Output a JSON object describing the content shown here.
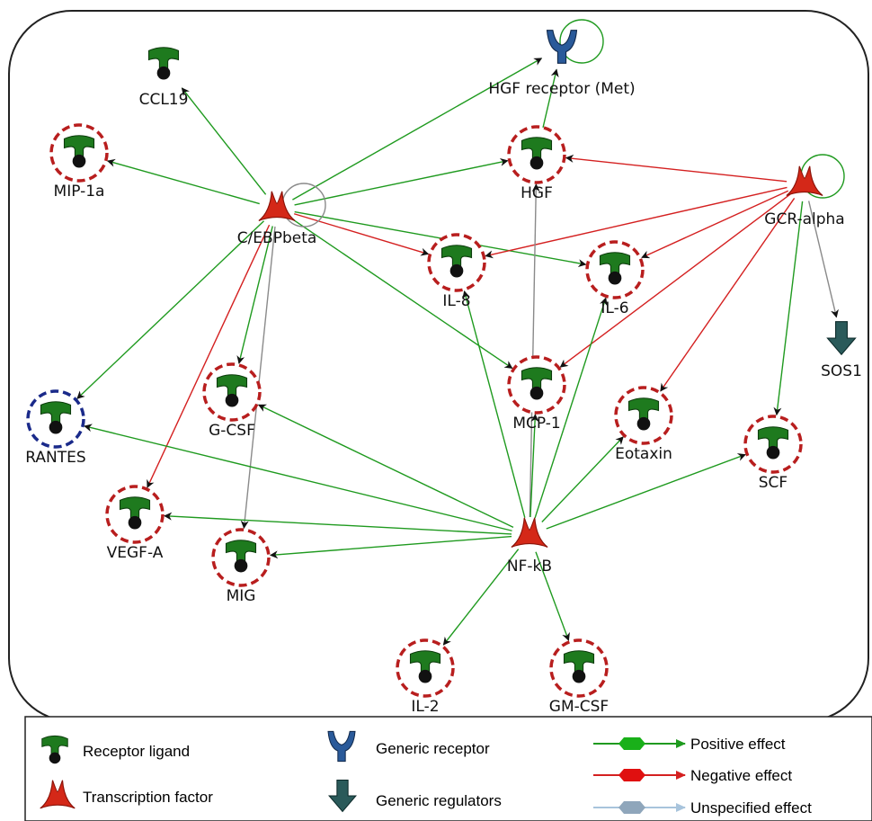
{
  "nodes": [
    {
      "id": "ccl19",
      "label": "CCL19",
      "type": "ligand",
      "ring": "none"
    },
    {
      "id": "mip1a",
      "label": "MIP-1a",
      "type": "ligand",
      "ring": "red"
    },
    {
      "id": "met",
      "label": "HGF receptor (Met)",
      "type": "receptor",
      "ring": "none"
    },
    {
      "id": "hgf",
      "label": "HGF",
      "type": "ligand",
      "ring": "red"
    },
    {
      "id": "cebpb",
      "label": "C/EBPbeta",
      "type": "tf",
      "ring": "none"
    },
    {
      "id": "gcr",
      "label": "GCR-alpha",
      "type": "tf",
      "ring": "none"
    },
    {
      "id": "il8",
      "label": "IL-8",
      "type": "ligand",
      "ring": "red"
    },
    {
      "id": "il6",
      "label": "IL-6",
      "type": "ligand",
      "ring": "red"
    },
    {
      "id": "sos1",
      "label": "SOS1",
      "type": "regulator",
      "ring": "none"
    },
    {
      "id": "rantes",
      "label": "RANTES",
      "type": "ligand",
      "ring": "blue"
    },
    {
      "id": "gcsf",
      "label": "G-CSF",
      "type": "ligand",
      "ring": "red"
    },
    {
      "id": "mcp1",
      "label": "MCP-1",
      "type": "ligand",
      "ring": "red"
    },
    {
      "id": "eotaxin",
      "label": "Eotaxin",
      "type": "ligand",
      "ring": "red"
    },
    {
      "id": "scf",
      "label": "SCF",
      "type": "ligand",
      "ring": "red"
    },
    {
      "id": "vegfa",
      "label": "VEGF-A",
      "type": "ligand",
      "ring": "red"
    },
    {
      "id": "mig",
      "label": "MIG",
      "type": "ligand",
      "ring": "red"
    },
    {
      "id": "nfkb",
      "label": "NF-kB",
      "type": "tf",
      "ring": "none"
    },
    {
      "id": "il2",
      "label": "IL-2",
      "type": "ligand",
      "ring": "red"
    },
    {
      "id": "gmcsf",
      "label": "GM-CSF",
      "type": "ligand",
      "ring": "red"
    }
  ],
  "edges": [
    {
      "from": "cebpb",
      "to": "ccl19",
      "effect": "positive"
    },
    {
      "from": "cebpb",
      "to": "mip1a",
      "effect": "positive"
    },
    {
      "from": "cebpb",
      "to": "met",
      "effect": "positive"
    },
    {
      "from": "cebpb",
      "to": "hgf",
      "effect": "positive"
    },
    {
      "from": "cebpb",
      "to": "il8",
      "effect": "negative"
    },
    {
      "from": "cebpb",
      "to": "il6",
      "effect": "positive"
    },
    {
      "from": "cebpb",
      "to": "mcp1",
      "effect": "positive"
    },
    {
      "from": "cebpb",
      "to": "rantes",
      "effect": "positive"
    },
    {
      "from": "cebpb",
      "to": "gcsf",
      "effect": "positive"
    },
    {
      "from": "cebpb",
      "to": "vegfa",
      "effect": "negative"
    },
    {
      "from": "cebpb",
      "to": "mig",
      "effect": "unspecified"
    },
    {
      "from": "cebpb",
      "to": "cebpb",
      "effect": "unspecified"
    },
    {
      "from": "hgf",
      "to": "met",
      "effect": "positive"
    },
    {
      "from": "met",
      "to": "met",
      "effect": "positive"
    },
    {
      "from": "gcr",
      "to": "hgf",
      "effect": "negative"
    },
    {
      "from": "gcr",
      "to": "il8",
      "effect": "negative"
    },
    {
      "from": "gcr",
      "to": "il6",
      "effect": "negative"
    },
    {
      "from": "gcr",
      "to": "mcp1",
      "effect": "negative"
    },
    {
      "from": "gcr",
      "to": "eotaxin",
      "effect": "negative"
    },
    {
      "from": "gcr",
      "to": "scf",
      "effect": "positive"
    },
    {
      "from": "gcr",
      "to": "sos1",
      "effect": "unspecified"
    },
    {
      "from": "gcr",
      "to": "gcr",
      "effect": "positive"
    },
    {
      "from": "nfkb",
      "to": "hgf",
      "effect": "unspecified"
    },
    {
      "from": "nfkb",
      "to": "il8",
      "effect": "positive"
    },
    {
      "from": "nfkb",
      "to": "il6",
      "effect": "positive"
    },
    {
      "from": "nfkb",
      "to": "mcp1",
      "effect": "positive"
    },
    {
      "from": "nfkb",
      "to": "eotaxin",
      "effect": "positive"
    },
    {
      "from": "nfkb",
      "to": "scf",
      "effect": "positive"
    },
    {
      "from": "nfkb",
      "to": "gcsf",
      "effect": "positive"
    },
    {
      "from": "nfkb",
      "to": "rantes",
      "effect": "positive"
    },
    {
      "from": "nfkb",
      "to": "vegfa",
      "effect": "positive"
    },
    {
      "from": "nfkb",
      "to": "mig",
      "effect": "positive"
    },
    {
      "from": "nfkb",
      "to": "il2",
      "effect": "positive"
    },
    {
      "from": "nfkb",
      "to": "gmcsf",
      "effect": "positive"
    }
  ],
  "legend": {
    "receptor_ligand": "Receptor ligand",
    "transcription_factor": "Transcription factor",
    "generic_receptor": "Generic receptor",
    "generic_regulators": "Generic regulators",
    "positive_effect": "Positive effect",
    "negative_effect": "Negative effect",
    "unspecified_effect": "Unspecified effect"
  },
  "colors": {
    "positive": "#1f9a1f",
    "negative": "#d42020",
    "unspecified": "#8a8a8a",
    "ligand": "#1e7a1e",
    "tf": "#d42818",
    "receptor": "#2a5a9a",
    "regulator": "#2a5a5a",
    "ring_red": "#b81e1e",
    "ring_blue": "#1a2a8a"
  }
}
